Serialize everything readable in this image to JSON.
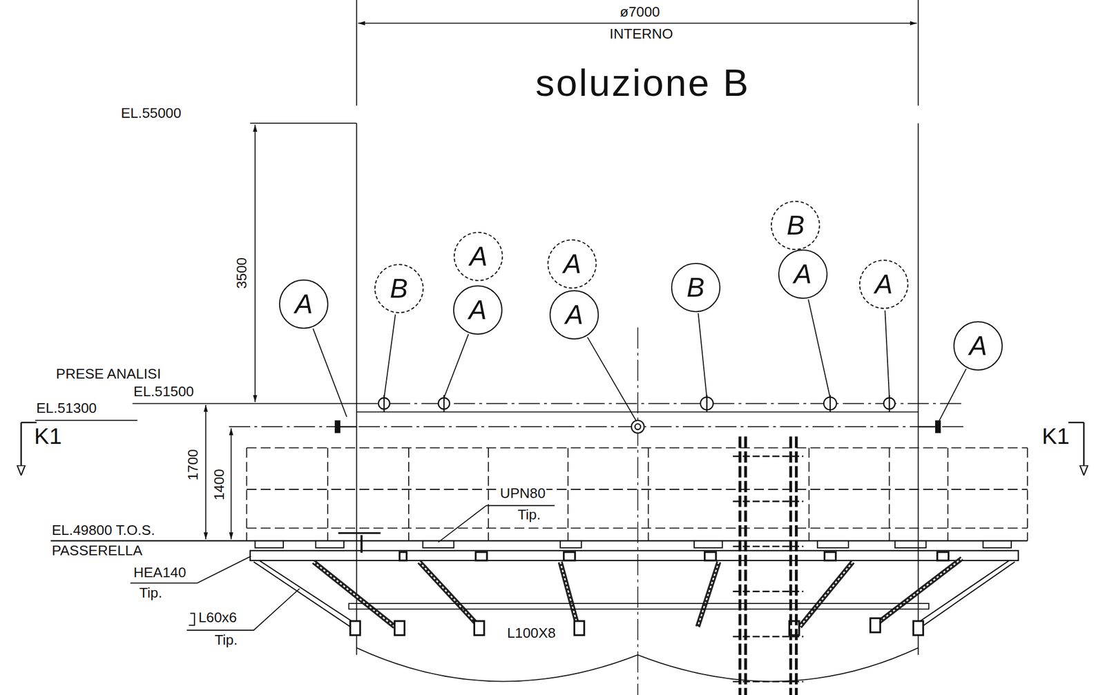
{
  "diagram": {
    "title": "soluzione B",
    "nodes": [
      {
        "text": [
          "A"
        ]
      },
      {
        "text": [
          "B"
        ]
      },
      {
        "text": [
          "A"
        ]
      },
      {
        "text": [
          "A"
        ]
      },
      {
        "text": [
          "A"
        ]
      },
      {
        "text": [
          "A"
        ]
      },
      {
        "text": [
          "B"
        ]
      },
      {
        "text": [
          "B"
        ]
      },
      {
        "text": [
          "A"
        ]
      },
      {
        "text": [
          "A"
        ]
      },
      {
        "text": [
          "A"
        ]
      }
    ],
    "labels": [
      "ø7000",
      "INTERNO",
      "EL.55000",
      "3500",
      "PRESE ANALISI",
      "EL.51500",
      "EL.51300",
      "K1",
      "K1",
      "1700",
      "1400",
      "UPN80",
      "Tip.",
      "EL.49800 T.O.S.",
      "PASSERELLA",
      "HEA140",
      "Tip.",
      "L60x6",
      "Tip.",
      "L100X8"
    ]
  }
}
